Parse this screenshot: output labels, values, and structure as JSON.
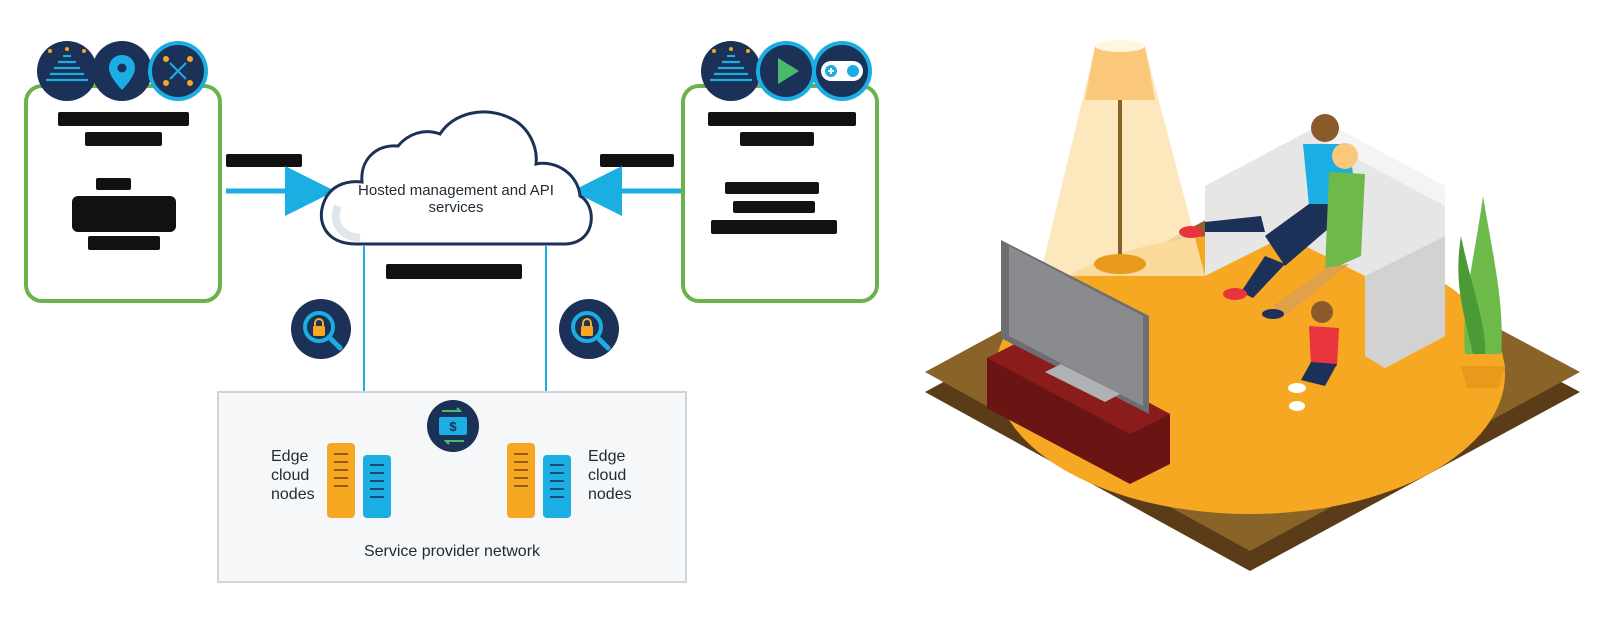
{
  "cloud": {
    "line1": "Hosted management and API",
    "line2": "services"
  },
  "service_network": {
    "label": "Service provider network",
    "edge_left": [
      "Edge",
      "cloud",
      "nodes"
    ],
    "edge_right": [
      "Edge",
      "cloud",
      "nodes"
    ]
  },
  "icons": {
    "left_group": [
      "hierarchy-icon",
      "location-pin-icon",
      "network-nodes-icon"
    ],
    "right_group": [
      "hierarchy-icon",
      "play-icon",
      "gamepad-icon"
    ],
    "security": [
      "lock-magnifier-icon",
      "lock-magnifier-icon"
    ],
    "billing": "billing-dollar-icon"
  },
  "colors": {
    "panel_border": "#6cb24a",
    "arrow": "#1aaee2",
    "icon_bg": "#1b3158",
    "server_orange": "#f7a823",
    "server_blue": "#1aaee2",
    "floor_orange": "#f7a823",
    "platform_brown": "#6b4a1f"
  }
}
